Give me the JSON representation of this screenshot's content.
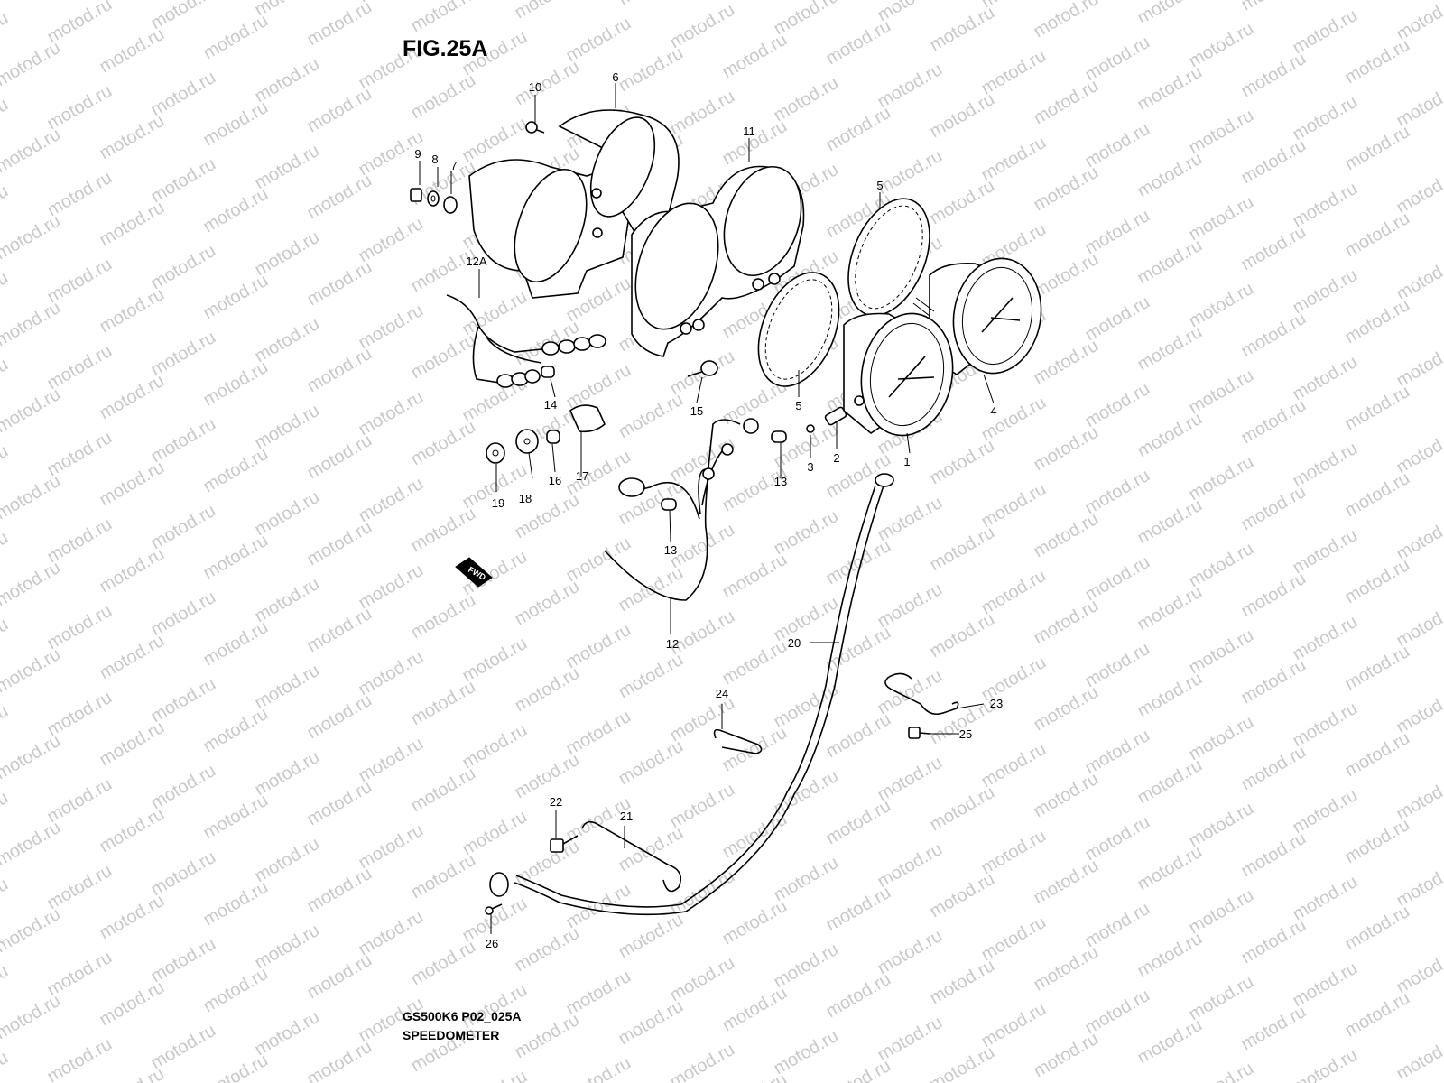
{
  "figure": {
    "title": "FIG.25A",
    "model_code": "GS500K6 P02_025A",
    "section_name": "SPEEDOMETER"
  },
  "watermark": "motod.ru",
  "direction_badge": "FWD",
  "callouts": {
    "p1": "1",
    "p2": "2",
    "p3": "3",
    "p4": "4",
    "p5a": "5",
    "p5b": "5",
    "p6": "6",
    "p7": "7",
    "p8": "8",
    "p9": "9",
    "p10": "10",
    "p11": "11",
    "p12": "12",
    "p12a": "12A",
    "p13a": "13",
    "p13b": "13",
    "p14": "14",
    "p15": "15",
    "p16": "16",
    "p17": "17",
    "p18": "18",
    "p19": "19",
    "p20": "20",
    "p21": "21",
    "p22": "22",
    "p23": "23",
    "p24": "24",
    "p25": "25",
    "p26": "26"
  },
  "colors": {
    "line": "#000000",
    "background": "#ffffff",
    "watermark": "#c9c9c9"
  }
}
